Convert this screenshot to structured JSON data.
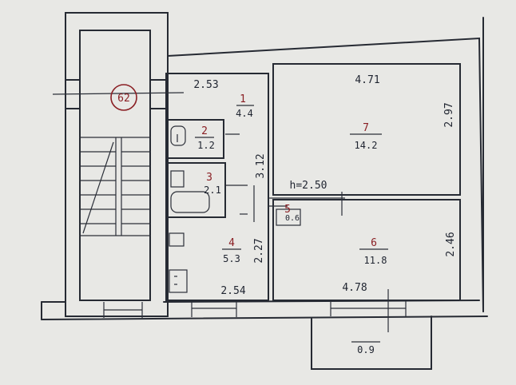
{
  "plan": {
    "stair_mark": "62",
    "height_label": "h=2.50",
    "balcony_label": "0.9",
    "rooms": [
      {
        "number": "1",
        "area": "4.4"
      },
      {
        "number": "2",
        "area": "1.2"
      },
      {
        "number": "3",
        "area": "2.1"
      },
      {
        "number": "4",
        "area": "5.3"
      },
      {
        "number": "5",
        "area": "0.6"
      },
      {
        "number": "6",
        "area": "11.8"
      },
      {
        "number": "7",
        "area": "14.2"
      }
    ],
    "dimensions": {
      "hall_top": "2.53",
      "room7_top": "4.71",
      "room7_side": "2.97",
      "hall_vertical": "3.12",
      "kitchen_vertical": "2.27",
      "kitchen_bottom": "2.54",
      "room6_bottom": "4.78",
      "room6_side": "2.46"
    }
  }
}
